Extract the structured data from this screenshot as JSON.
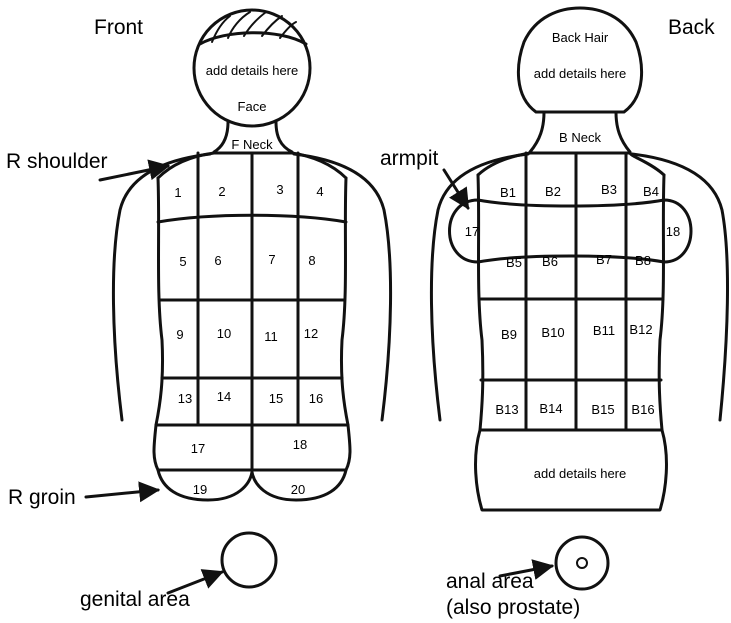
{
  "titles": {
    "front": "Front",
    "back": "Back"
  },
  "front": {
    "head_text": "add details here",
    "face": "Face",
    "neck": "F Neck",
    "regions": [
      "1",
      "2",
      "3",
      "4",
      "5",
      "6",
      "7",
      "8",
      "9",
      "10",
      "11",
      "12",
      "13",
      "14",
      "15",
      "16",
      "17",
      "18",
      "19",
      "20"
    ]
  },
  "back": {
    "hair": "Back Hair",
    "head_text": "add details here",
    "neck": "B Neck",
    "regions": [
      "B1",
      "B2",
      "B3",
      "B4",
      "B5",
      "B6",
      "B7",
      "B8",
      "B9",
      "B10",
      "B11",
      "B12",
      "B13",
      "B14",
      "B15",
      "B16"
    ],
    "armpit_left": "17",
    "armpit_right": "18",
    "lower_text": "add details here"
  },
  "callouts": {
    "r_shoulder": "R shoulder",
    "armpit": "armpit",
    "r_groin": "R groin",
    "genital": "genital area",
    "anal_line1": "anal area",
    "anal_line2": "(also prostate)"
  }
}
